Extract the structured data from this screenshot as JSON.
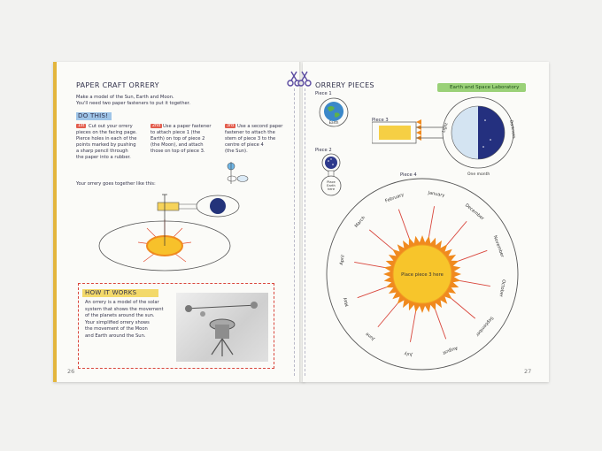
{
  "left_page": {
    "title": "PAPER CRAFT ORRERY",
    "intro": [
      "Make a model of the Sun, Earth and Moon.",
      "You'll need two paper fasteners to put it together."
    ],
    "do_this_title": "DO THIS!",
    "steps": [
      {
        "badge": "1st",
        "lines": [
          "Cut out your orrery",
          "pieces on the facing page.",
          "Pierce holes in each of the",
          "points marked by pushing",
          "a sharp pencil through",
          "the paper into a rubber."
        ]
      },
      {
        "badge": "2nd",
        "lines": [
          "Use a paper fastener",
          "to attach piece 1 (the",
          "Earth) on top of piece 2",
          "(the Moon), and attach",
          "those on top of piece 3."
        ]
      },
      {
        "badge": "3rd",
        "lines": [
          "Use a second paper",
          "fastener to attach the",
          "stem of piece 3 to the",
          "centre of piece 4",
          "(the Sun)."
        ]
      }
    ],
    "together_text": "Your orrery goes together like this:",
    "how_title": "HOW IT WORKS",
    "how_lines": [
      "An orrery is a model of the solar",
      "system that shows the movement",
      "of the planets around the sun.",
      "Your simplified orrery shows",
      "the movement of the Moon",
      "and Earth around the Sun."
    ],
    "page_number": "26"
  },
  "right_page": {
    "title": "ORRERY PIECES",
    "lab_label": "Earth and Space Laboratory",
    "piece_labels": [
      "Piece 1",
      "Piece 2",
      "Piece 3",
      "Piece 4"
    ],
    "earth_label": "Earth",
    "moon_label": [
      "Place",
      "Earth",
      "here"
    ],
    "light_label": "Light",
    "darkness_label": "Darkness",
    "one_month": "One month",
    "months": [
      "January",
      "February",
      "March",
      "April",
      "May",
      "June",
      "July",
      "August",
      "September",
      "October",
      "November",
      "December"
    ],
    "sun_label": "Place piece 3 here",
    "page_number": "27"
  }
}
